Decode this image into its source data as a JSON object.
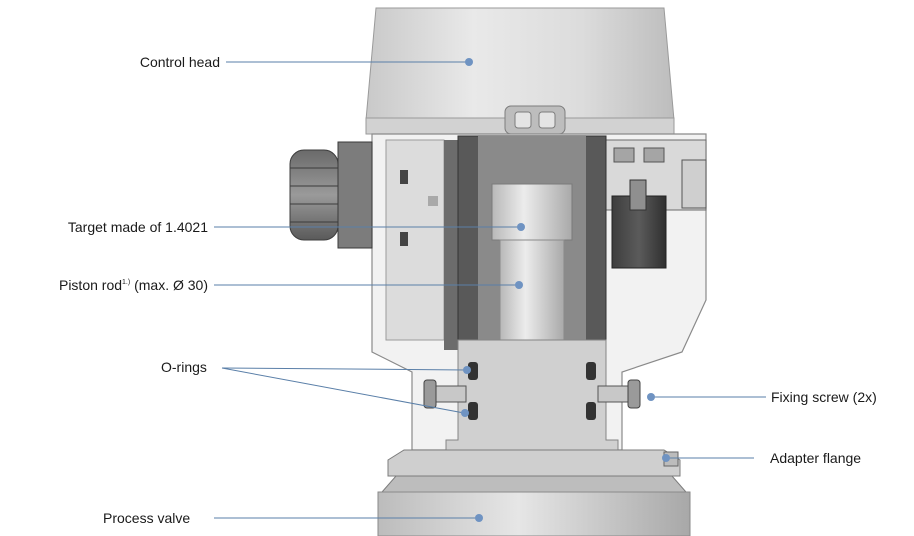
{
  "labels": {
    "control_head": "Control head",
    "target": "Target made of 1.4021",
    "piston_rod_main": "Piston rod",
    "piston_rod_sup": "1.)",
    "piston_rod_rest": " (max. Ø 30)",
    "o_rings": "O-rings",
    "fixing_screw": "Fixing screw (2x)",
    "adapter_flange": "Adapter flange",
    "process_valve": "Process valve"
  },
  "colors": {
    "leader": "#5a7fa8",
    "dot": "#6f93c2"
  }
}
